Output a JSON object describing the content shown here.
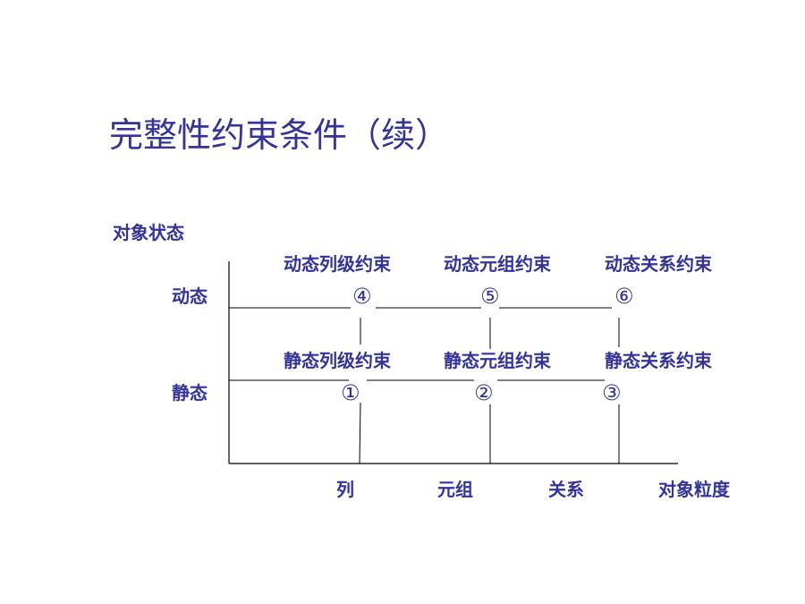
{
  "title": "完整性约束条件（续）",
  "axes": {
    "y_axis_label": "对象状态",
    "x_axis_label": "对象粒度",
    "y_levels": [
      "动态",
      "静态"
    ],
    "x_levels": [
      "列",
      "元组",
      "关系"
    ]
  },
  "cells": {
    "dynamic_column": {
      "label": "动态列级约束",
      "number": "④"
    },
    "dynamic_tuple": {
      "label": "动态元组约束",
      "number": "⑤"
    },
    "dynamic_relation": {
      "label": "动态关系约束",
      "number": "⑥"
    },
    "static_column": {
      "label": "静态列级约束",
      "number": "①"
    },
    "static_tuple": {
      "label": "静态元组约束",
      "number": "②"
    },
    "static_relation": {
      "label": "静态关系约束",
      "number": "③"
    }
  },
  "colors": {
    "text": "#333399",
    "lines": "#000000",
    "background": "#ffffff"
  }
}
